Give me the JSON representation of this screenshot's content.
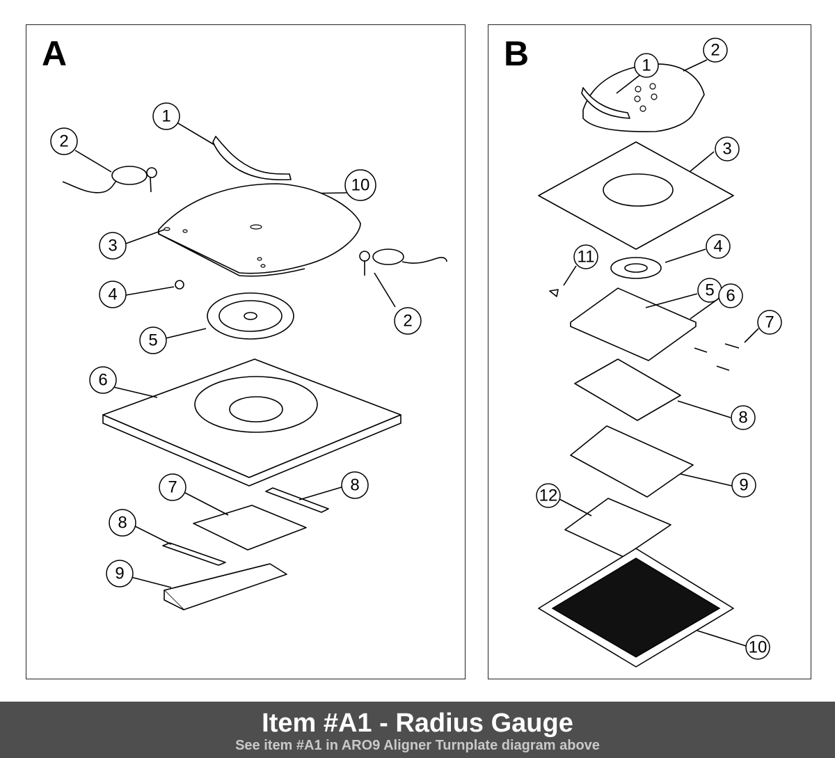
{
  "panels": [
    {
      "letter": "A",
      "callouts": [
        "1",
        "2",
        "10",
        "3",
        "2",
        "4",
        "5",
        "6",
        "8",
        "7",
        "8",
        "9"
      ]
    },
    {
      "letter": "B",
      "callouts": [
        "2",
        "1",
        "3",
        "4",
        "11",
        "5",
        "6",
        "7",
        "8",
        "9",
        "12",
        "10"
      ]
    }
  ],
  "footer": {
    "title": "Item #A1 - Radius Gauge",
    "subtitle": "See item #A1 in ARO9 Aligner Turnplate diagram above"
  },
  "colors": {
    "footer_bg": "#4e4e4e",
    "footer_title": "#ffffff",
    "footer_subtitle": "#c9c9c9"
  }
}
